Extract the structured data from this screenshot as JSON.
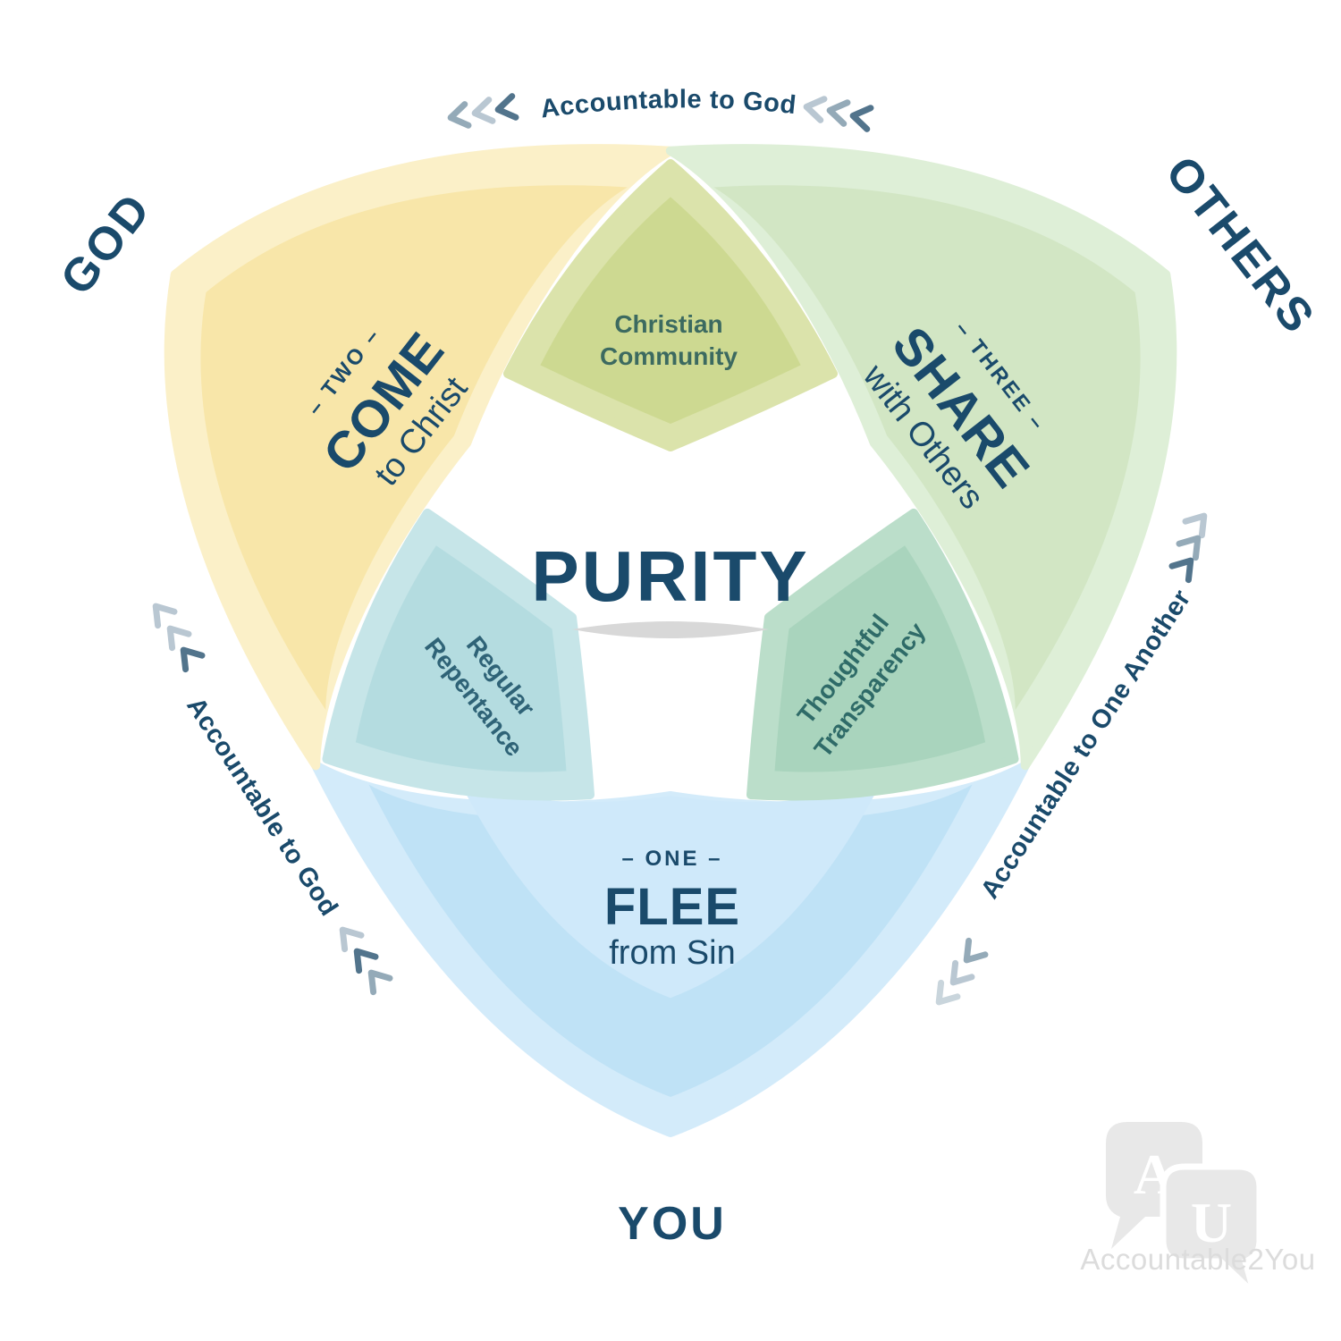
{
  "diagram": {
    "center_word": "PURITY",
    "corner_top_left": "GOD",
    "corner_top_right": "OTHERS",
    "corner_bottom": "YOU",
    "edge_top": "Accountable to God",
    "edge_left": "Accountable to God",
    "edge_right": "Accountable to One Another",
    "steps": [
      {
        "number": "– ONE –",
        "action": "FLEE",
        "detail": "from Sin"
      },
      {
        "number": "– TWO –",
        "action": "COME",
        "detail": "to Christ"
      },
      {
        "number": "– THREE –",
        "action": "SHARE",
        "detail": "with Others"
      }
    ],
    "overlaps": [
      {
        "line1": "Christian",
        "line2": "Community"
      },
      {
        "line1": "Regular",
        "line2": "Repentance"
      },
      {
        "line1": "Thoughtful",
        "line2": "Transparency"
      }
    ]
  },
  "logo": {
    "letter_a": "A",
    "letter_u": "U",
    "wordmark": "Accountable2You"
  },
  "colors": {
    "navy": "#1A4A6B",
    "lobe_text_top": "#3C6A60",
    "lobe_text_left": "#2F6377",
    "lobe_text_right": "#2F6B68",
    "yellow_base": "#FBF0C8",
    "yellow_core": "#F8E6A9",
    "green_base": "#DEEFD7",
    "green_core": "#D2E6C4",
    "blue_base": "#D3EBFA",
    "blue_core": "#BFE2F6",
    "blue_inner": "#CFE9FA",
    "olive_base": "#DBE3AB",
    "olive_core": "#CDD991",
    "teal_base": "#C6E5E8",
    "teal_core": "#B4DCE0",
    "sage_base": "#BBDECA",
    "sage_core": "#A9D4BD",
    "ellipse_gray": "#D8D8D8",
    "arrow_light": "#B9C7D2",
    "arrow_mid": "#94AAB8",
    "arrow_dark": "#52748C",
    "arrow_faint": "#C9D5DC",
    "logo_gray": "#E8E8E8",
    "logo_text": "#DCDCDC"
  }
}
